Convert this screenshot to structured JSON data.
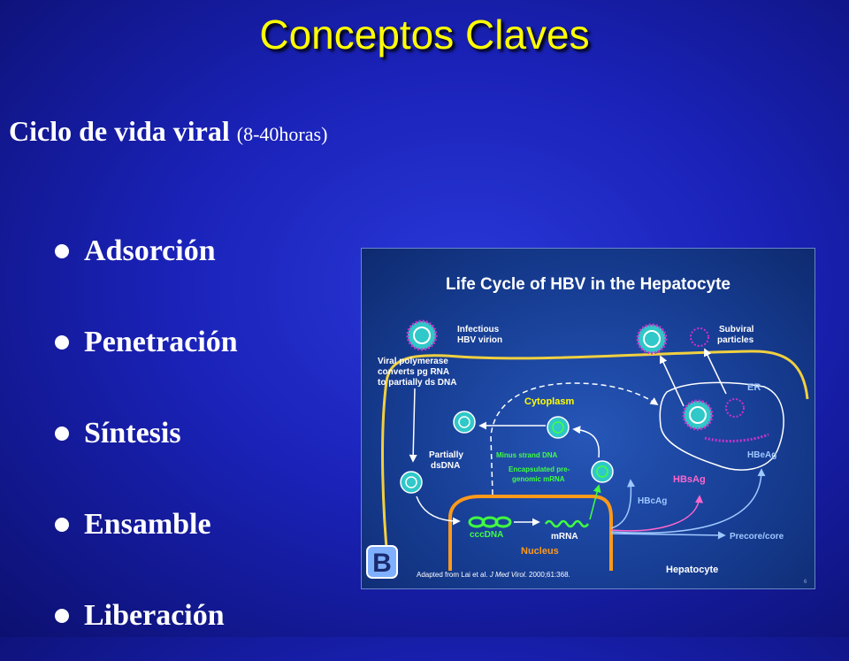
{
  "slide": {
    "title": "Conceptos Claves",
    "subtitle": "Ciclo de vida viral",
    "subtitle_paren": "(8-40horas)",
    "bullets": [
      "Adsorción",
      "Penetración",
      "Síntesis",
      "Ensamble",
      "Liberación"
    ]
  },
  "figure": {
    "title": "Life Cycle of HBV in the Hepatocyte",
    "labels": {
      "infectious_1": "Infectious",
      "infectious_2": "HBV virion",
      "subviral_1": "Subviral",
      "subviral_2": "particles",
      "polymerase_1": "Viral polymerase",
      "polymerase_2": "converts  pg RNA",
      "polymerase_3": "to partially ds DNA",
      "cytoplasm": "Cytoplasm",
      "er": "ER",
      "partially_1": "Partially",
      "partially_2": "dsDNA",
      "minus_strand": "Minus strand DNA",
      "encap_1": "Encapsulated pre-",
      "encap_2": "genomic mRNA",
      "hbsag": "HBsAg",
      "hbeag": "HBeAg",
      "hbcag": "HBcAg",
      "cccdna": "cccDNA",
      "mrna": "mRNA",
      "nucleus": "Nucleus",
      "precore": "Precore/core",
      "hepatocyte": "Hepatocyte",
      "logo_letter": "B",
      "credit_pre": "Adapted from Lai et al. ",
      "credit_journal": "J Med Virol",
      "credit_post": ". 2000;61:368.",
      "page_num": "6"
    }
  },
  "colors": {
    "title": "#ffff00",
    "virion": "#30c8c8",
    "subviral": "#cc33cc",
    "nucleus": "#ff9a1a",
    "cell_membrane": "#f0d040",
    "minus_strand": "#40ff40",
    "hbsag": "#ff66cc"
  }
}
